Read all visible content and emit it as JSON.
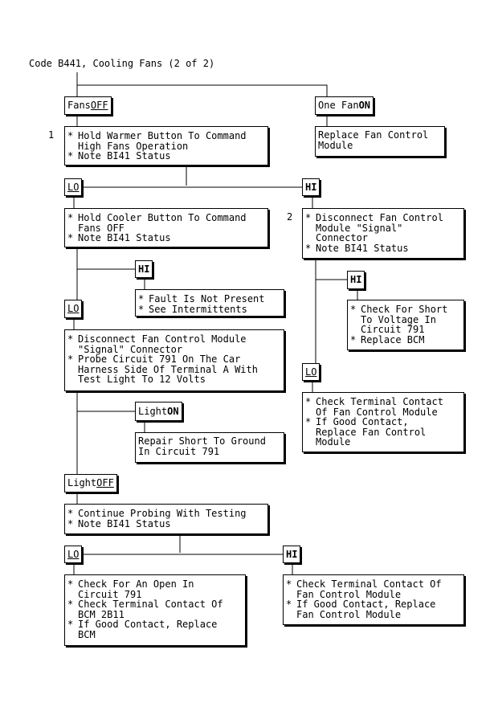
{
  "title": "Code B441, Cooling Fans (2 of 2)",
  "conditions": {
    "fans_off_prefix": "Fans ",
    "fans_off_value": "OFF",
    "one_fan_prefix": "One Fan ",
    "one_fan_value": "ON",
    "lo": "LO",
    "hi": "HI",
    "light_on_prefix": "Light ",
    "light_on_value": "ON",
    "light_off_prefix": "Light ",
    "light_off_value": "OFF"
  },
  "step_numbers": {
    "step1": "1",
    "step2": "2"
  },
  "steps": {
    "hold_warmer": [
      "Hold Warmer Button To Command\nHigh Fans Operation",
      "Note BI41 Status"
    ],
    "replace_module": "Replace Fan Control\nModule",
    "hold_cooler": [
      "Hold Cooler Button To Command\nFans OFF",
      "Note BI41 Status"
    ],
    "disconnect_signal_right": [
      "Disconnect Fan Control\nModule \"Signal\"\nConnector",
      "Note BI41 Status"
    ],
    "fault_not_present": [
      "Fault Is Not Present",
      "See Intermittents"
    ],
    "check_short_voltage": [
      "Check For Short\nTo Voltage In\nCircuit 791",
      "Replace BCM"
    ],
    "disconnect_probe": [
      "Disconnect Fan Control Module\n\"Signal\" Connector",
      "Probe Circuit 791 On The Car\nHarness Side Of Terminal A With\nTest Light To 12 Volts"
    ],
    "check_terminal_right": [
      "Check Terminal Contact\nOf Fan Control Module",
      "If Good Contact,\nReplace Fan Control\nModule"
    ],
    "repair_short": "Repair Short To Ground\nIn Circuit 791",
    "continue_probing": [
      "Continue Probing With Testing",
      "Note BI41 Status"
    ],
    "check_open": [
      "Check For An Open In\nCircuit 791",
      "Check Terminal Contact Of\nBCM 2B11",
      "If Good Contact, Replace\nBCM"
    ],
    "check_terminal_bottom": [
      "Check Terminal Contact Of\nFan Control Module",
      "If Good Contact, Replace\nFan Control Module"
    ]
  }
}
